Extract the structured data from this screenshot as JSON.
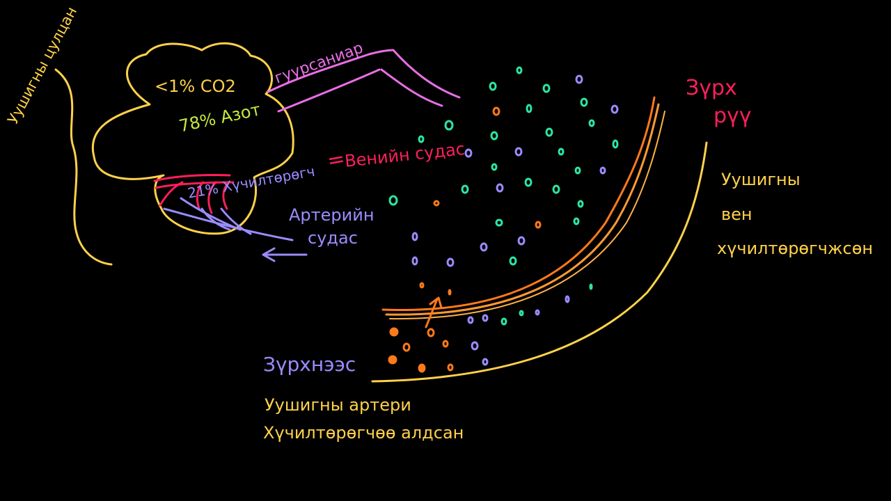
{
  "colors": {
    "background": "#000000",
    "yellow": "#ffd24a",
    "lime": "#c6ea3c",
    "magenta": "#e86fe6",
    "red": "#ff1f5a",
    "blue": "#9a8cff",
    "orange": "#ff7a1a",
    "teal": "#2ce6a0"
  },
  "labels": {
    "side_lung_bubble": "Уушигны цулцан",
    "co2": "<1% CO2",
    "nitrogen": "78% Азот",
    "via_tubes": "гуурсаниар",
    "oxygen": "21% Хүчилтөрөгч",
    "equals": "=",
    "vein": "Венийн судас",
    "artery_1": "Артерийн",
    "artery_2": "судас",
    "to_heart_1": "Зүрх",
    "to_heart_2": "рүү",
    "pulm_vein_1": "Уушигны",
    "pulm_vein_2": "вен",
    "pulm_vein_3": "хүчилтөрөгчжсөн",
    "from_heart": "Зүрхнээс",
    "pulm_artery": "Уушигны артери",
    "lost_oxygen": "Хүчилтөрөгчөө алдсан"
  }
}
